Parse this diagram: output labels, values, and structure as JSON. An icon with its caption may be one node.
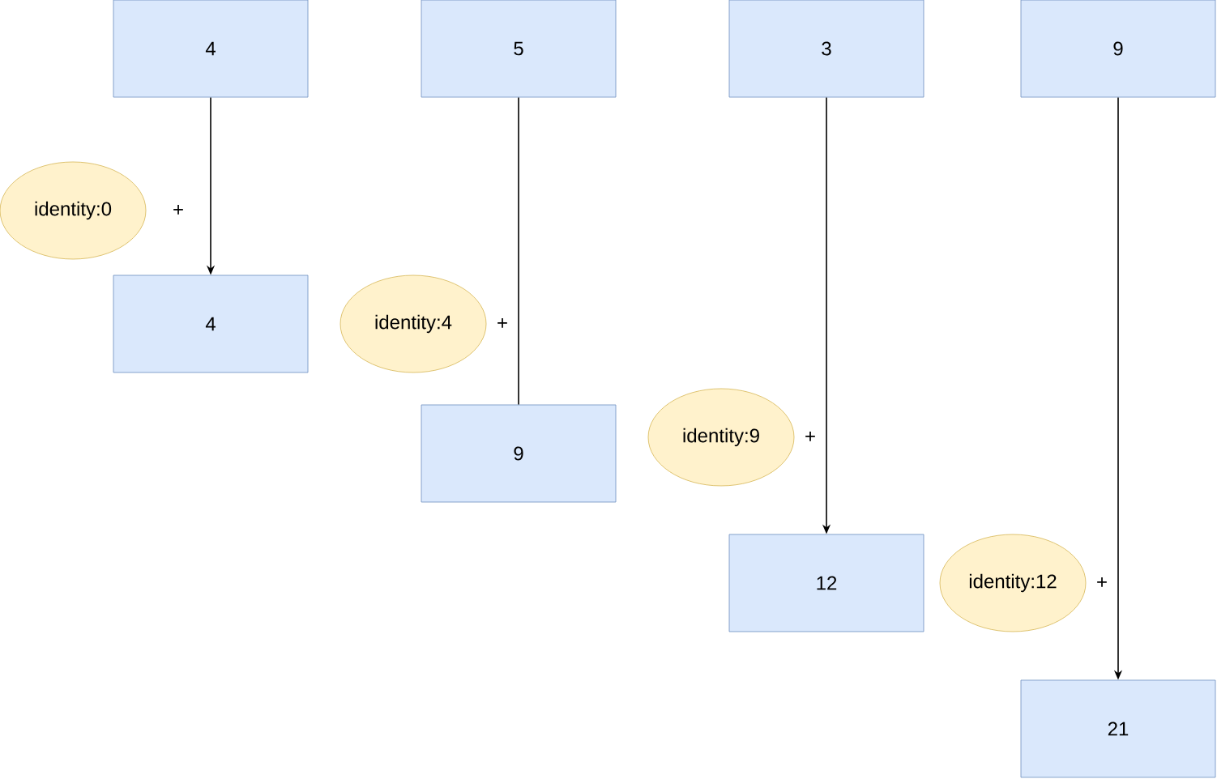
{
  "diagram": {
    "nodes": [
      {
        "text": [
          "4"
        ]
      },
      {
        "text": [
          "5"
        ]
      },
      {
        "text": [
          "3"
        ]
      },
      {
        "text": [
          "9"
        ]
      },
      {
        "text": [
          "identity:0"
        ],
        "beside": [
          "+"
        ]
      },
      {
        "text": [
          "4"
        ]
      },
      {
        "text": [
          "identity:4"
        ],
        "beside": [
          "+"
        ]
      },
      {
        "text": [
          "9"
        ]
      },
      {
        "text": [
          "identity:9"
        ],
        "beside": [
          "+"
        ]
      },
      {
        "text": [
          "12"
        ]
      },
      {
        "text": [
          "identity:12"
        ],
        "beside": [
          "+"
        ]
      },
      {
        "text": [
          "21"
        ]
      }
    ],
    "edges": [
      {
        "from": 0,
        "to": 5,
        "arrow": "to"
      },
      {
        "from": 1,
        "to": 7,
        "arrow": "none"
      },
      {
        "from": 2,
        "to": 9,
        "arrow": "to"
      },
      {
        "from": 3,
        "to": 11,
        "arrow": "to"
      }
    ]
  }
}
